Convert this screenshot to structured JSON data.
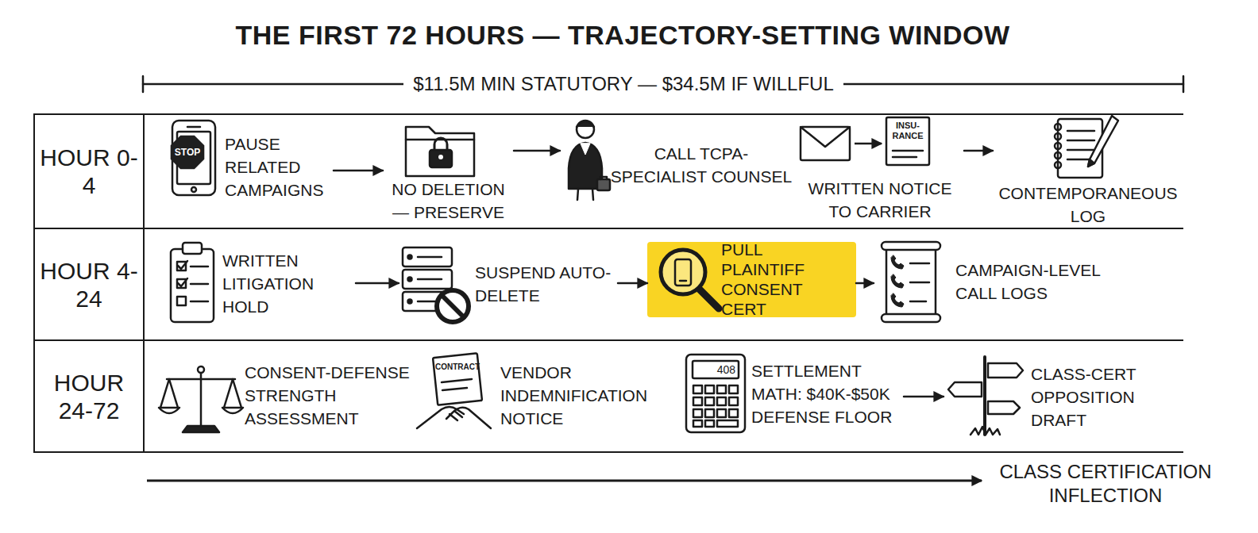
{
  "diagram": {
    "title": "THE FIRST 72 HOURS — TRAJECTORY-SETTING WINDOW",
    "nodes": [
      {
        "text": [
          "HOUR 0-4"
        ]
      },
      {
        "text": [
          "PAUSE RELATED CAMPAIGNS"
        ],
        "in": 0
      },
      {
        "text": [
          "NO DELETION — PRESERVE"
        ],
        "in": 0
      },
      {
        "text": [
          "CALL TCPA-SPECIALIST COUNSEL"
        ],
        "in": 0
      },
      {
        "text": [
          "WRITTEN NOTICE TO CARRIER"
        ],
        "in": 0
      },
      {
        "text": [
          "CONTEMPORANEOUS LOG"
        ],
        "in": 0
      },
      {
        "text": [
          "HOUR 4-24"
        ]
      },
      {
        "text": [
          "WRITTEN LITIGATION HOLD"
        ],
        "in": 6
      },
      {
        "text": [
          "SUSPEND AUTO-DELETE"
        ],
        "in": 6
      },
      {
        "text": [
          "PULL PLAINTIFF CONSENT CERT"
        ],
        "in": 6
      },
      {
        "text": [
          "CAMPAIGN-LEVEL CALL LOGS"
        ],
        "in": 6
      },
      {
        "text": [
          "HOUR 24-72"
        ]
      },
      {
        "text": [
          "CONSENT-DEFENSE STRENGTH ASSESSMENT"
        ],
        "in": 11
      },
      {
        "text": [
          "VENDOR INDEMNIFICATION NOTICE"
        ],
        "in": 11
      },
      {
        "text": [
          "SETTLEMENT MATH: $40K-$50K DEFENSE FLOOR"
        ],
        "in": 11
      },
      {
        "text": [
          "CLASS-CERT OPPOSITION DRAFT"
        ],
        "in": 11
      }
    ],
    "edges": [
      {
        "from": 1,
        "to": 2,
        "arrow": "to"
      },
      {
        "from": 2,
        "to": 3,
        "arrow": "to"
      },
      {
        "from": 4,
        "to": 5,
        "arrow": "to"
      },
      {
        "from": 7,
        "to": 8,
        "arrow": "to"
      },
      {
        "from": 8,
        "to": 9,
        "arrow": "to"
      },
      {
        "from": 9,
        "to": 10,
        "arrow": "to"
      },
      {
        "from": 14,
        "to": 15,
        "arrow": "to"
      }
    ],
    "labels": [
      "$11.5M MIN STATUTORY — $34.5M IF WILLFUL",
      "STOP",
      "INSU- RANCE",
      "CONTRACT",
      "408",
      "CLASS CERTIFICATION INFLECTION"
    ]
  }
}
